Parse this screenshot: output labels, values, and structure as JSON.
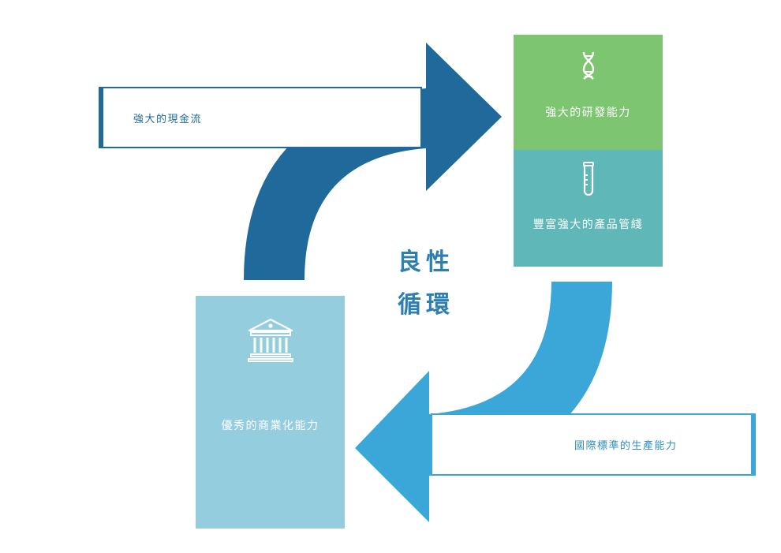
{
  "center_title": {
    "line1": "良性",
    "line2": "循環"
  },
  "labels": {
    "cash_flow": "強大的現金流",
    "production": "國際標準的生產能力"
  },
  "panels": {
    "rnd": {
      "text": "強大的研發能力",
      "icon": "dna-icon"
    },
    "pipeline": {
      "text": "豐富強大的產品管綫",
      "icon": "test-tube-icon"
    },
    "commercial": {
      "text": "優秀的商業化能力",
      "icon": "bank-icon"
    }
  },
  "colors": {
    "arrow_dark": "#1f6a9b",
    "arrow_light": "#3ba7d8",
    "rnd": "#7dc571",
    "pipeline": "#5fb8b7",
    "commercial": "#94cdde",
    "title": "#2c7fb0"
  }
}
